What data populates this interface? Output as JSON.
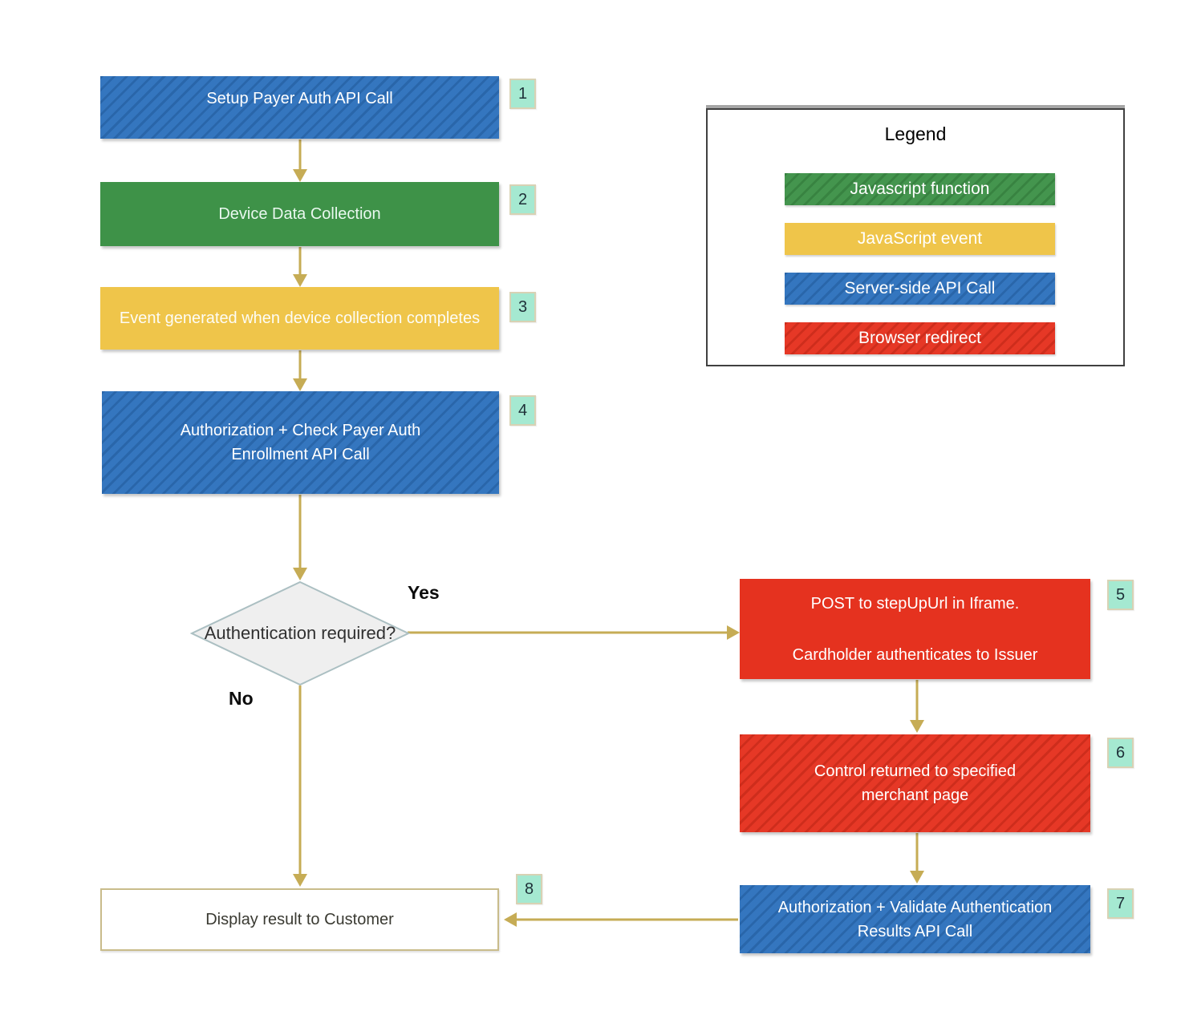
{
  "colors": {
    "server_side_api_call_blue": "#2E72BD",
    "javascript_function_green": "#3E9248",
    "javascript_event_yellow": "#EFC54A",
    "browser_redirect_red": "#E5321F",
    "arrow_gold": "#C6AC55",
    "badge_mint": "#A5E9D1",
    "badge_border_tan": "#D8D2B4",
    "diamond_fill": "#EFEFEF",
    "diamond_border": "#ABBFC2",
    "result_box_border": "#C9BC8B"
  },
  "flow": {
    "boxes": [
      {
        "step": "1",
        "label": "Setup Payer Auth API Call",
        "type": "Server-side API Call"
      },
      {
        "step": "2",
        "label": "Device Data Collection",
        "type": "Javascript function"
      },
      {
        "step": "3",
        "label": "Event generated when device collection completes",
        "type": "JavaScript event"
      },
      {
        "step": "4",
        "label": "Authorization + Check Payer Auth Enrollment API Call",
        "type": "Server-side API Call"
      },
      {
        "step": "5",
        "lines": [
          "POST to stepUpUrl in Iframe.",
          "Cardholder authenticates to Issuer"
        ],
        "type": "Browser redirect"
      },
      {
        "step": "6",
        "label": "Control returned to specified merchant page",
        "type": "Browser redirect"
      },
      {
        "step": "7",
        "label": "Authorization + Validate Authentication Results API Call",
        "type": "Server-side API Call"
      },
      {
        "step": "8",
        "label": "Display result to Customer",
        "type": "Result"
      }
    ],
    "decision": {
      "label": "Authentication required?",
      "yes_label": "Yes",
      "no_label": "No"
    }
  },
  "legend": {
    "title": "Legend",
    "items": [
      {
        "label": "Javascript function",
        "color": "#3E9248"
      },
      {
        "label": "JavaScript event",
        "color": "#EFC54A"
      },
      {
        "label": "Server-side API Call",
        "color": "#2E72BD"
      },
      {
        "label": "Browser redirect",
        "color": "#E5321F"
      }
    ]
  }
}
